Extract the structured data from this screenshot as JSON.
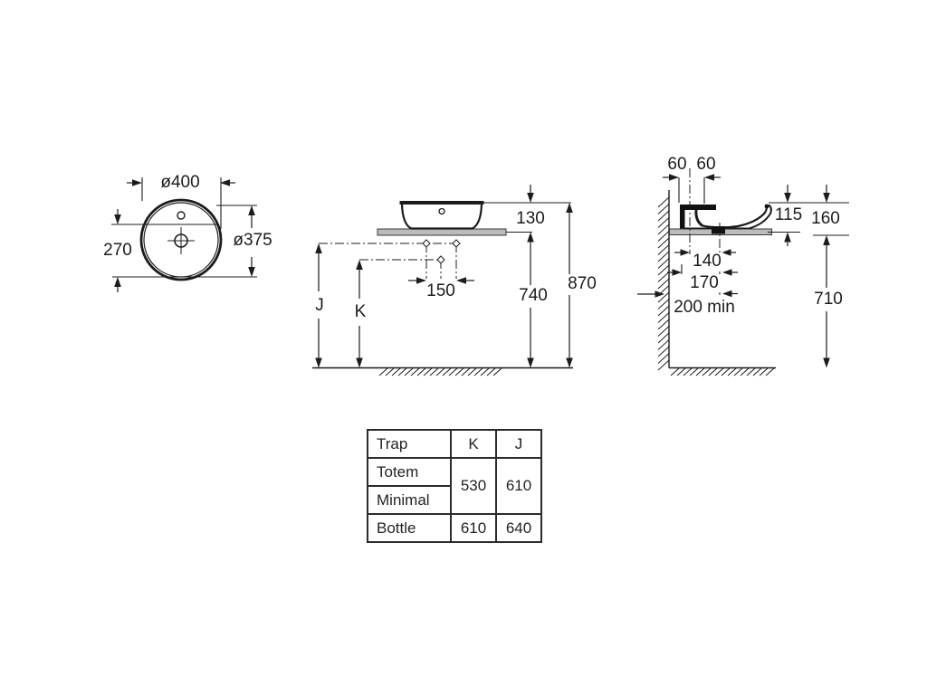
{
  "drawing": {
    "top_view": {
      "outer_diameter": "ø400",
      "inner_diameter": "ø375",
      "center_offset": "270"
    },
    "front_view": {
      "basin_height": "130",
      "hole_spacing": "150",
      "worktop_height": "740",
      "rim_height": "870",
      "trap_j": "J",
      "trap_k": "K"
    },
    "side_view": {
      "wall_offset_1": "60",
      "wall_offset_2": "60",
      "rim_above_worktop": "115",
      "total_depth": "160",
      "drain_offset_1": "140",
      "drain_offset_2": "170",
      "drain_offset_3": "200 min",
      "worktop_clearance": "710"
    }
  },
  "trap_table": {
    "header": {
      "trap": "Trap",
      "k": "K",
      "j": "J"
    },
    "row_totem": "Totem",
    "row_minimal": "Minimal",
    "row_bottle": "Bottle",
    "totem_minimal_k": "530",
    "totem_minimal_j": "610",
    "bottle_k": "610",
    "bottle_j": "640"
  }
}
